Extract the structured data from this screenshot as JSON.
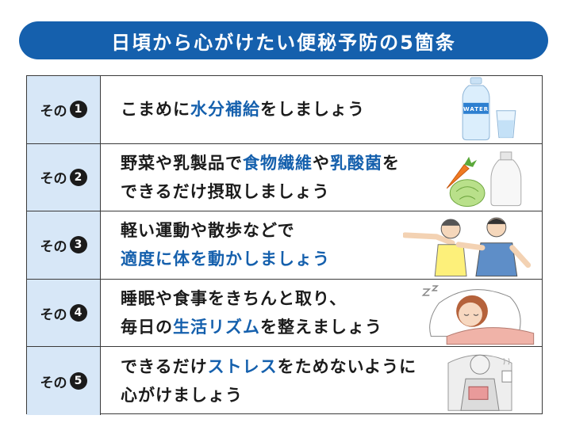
{
  "title": "日頃から心がけたい便秘予防の5箇条",
  "rows": [
    {
      "label": "その",
      "number": "1",
      "lines": [
        [
          {
            "t": "こまめに",
            "h": false
          },
          {
            "t": "水分補給",
            "h": true
          },
          {
            "t": "をしましょう",
            "h": false
          }
        ]
      ],
      "icon": "water-bottle-glass-icon"
    },
    {
      "label": "その",
      "number": "2",
      "lines": [
        [
          {
            "t": "野菜や乳製品で",
            "h": false
          },
          {
            "t": "食物繊維",
            "h": true
          },
          {
            "t": "や",
            "h": false
          },
          {
            "t": "乳酸菌",
            "h": true
          },
          {
            "t": "を",
            "h": false
          }
        ],
        [
          {
            "t": "できるだけ摂取しましょう",
            "h": false
          }
        ]
      ],
      "icon": "vegetables-milk-icon"
    },
    {
      "label": "その",
      "number": "3",
      "lines": [
        [
          {
            "t": "軽い運動や散歩などで",
            "h": false
          }
        ],
        [
          {
            "t": "適度に体を動かしましょう",
            "h": true
          }
        ]
      ],
      "icon": "couple-stretching-icon"
    },
    {
      "label": "その",
      "number": "4",
      "lines": [
        [
          {
            "t": "睡眠や食事をきちんと取り、",
            "h": false
          }
        ],
        [
          {
            "t": "毎日の",
            "h": false
          },
          {
            "t": "生活リズム",
            "h": true
          },
          {
            "t": "を整えましょう",
            "h": false
          }
        ]
      ],
      "icon": "sleeping-woman-icon"
    },
    {
      "label": "その",
      "number": "5",
      "lines": [
        [
          {
            "t": "できるだけ",
            "h": false
          },
          {
            "t": "ストレス",
            "h": true
          },
          {
            "t": "をためないように",
            "h": false
          }
        ],
        [
          {
            "t": "心がけましょう",
            "h": false
          }
        ]
      ],
      "icon": "relaxing-reader-icon"
    }
  ],
  "colors": {
    "accent": "#1560ad",
    "label_bg": "#d7e7f7",
    "text": "#1b1b1b"
  }
}
